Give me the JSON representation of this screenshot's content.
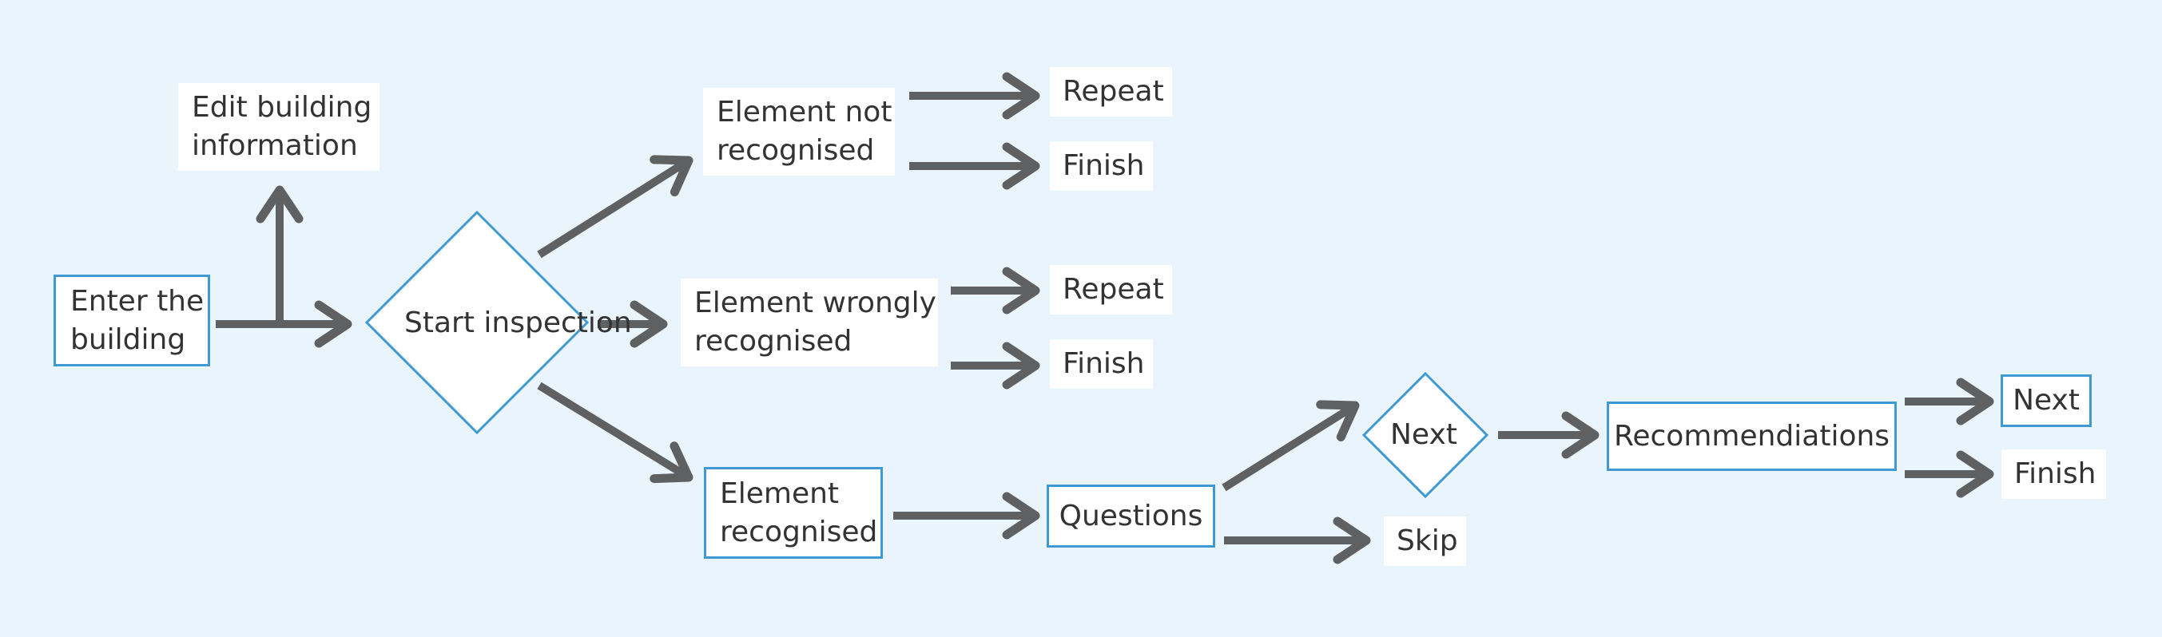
{
  "colors": {
    "background": "#eaf4fd",
    "border": "#3f9ad3",
    "arrow": "#5f6062",
    "text": "#333333"
  },
  "nodes": {
    "enter": {
      "line1": "Enter the",
      "line2": "building"
    },
    "edit": {
      "line1": "Edit building",
      "line2": "information"
    },
    "start": {
      "line1": "Start",
      "line2": "inspection"
    },
    "not_recognised": {
      "line1": "Element not",
      "line2": "recognised"
    },
    "wrongly": {
      "line1": "Element wrongly",
      "line2": "recognised"
    },
    "recognised": {
      "line1": "Element",
      "line2": "recognised"
    },
    "repeat1": "Repeat",
    "finish1": "Finish",
    "repeat2": "Repeat",
    "finish2": "Finish",
    "questions": "Questions",
    "next_decision": "Next",
    "skip": "Skip",
    "recommendations": "Recommendiations",
    "next_end": "Next",
    "finish_end": "Finish"
  }
}
